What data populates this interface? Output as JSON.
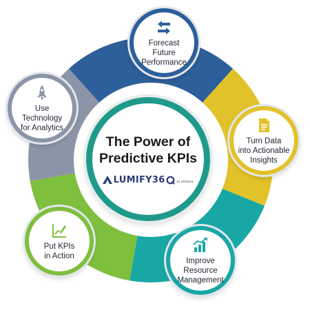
{
  "center": {
    "title": "The Power of\nPredictive KPIs",
    "logo_text": "LUMIFY36",
    "logo_by": "by Definition"
  },
  "nodes": [
    {
      "label": "Forecast Future\nPerformance",
      "icon": "transfer-arrows-icon",
      "color": "#2d5f9a"
    },
    {
      "label": "Turn Data\ninto Actionable\nInsights",
      "icon": "document-icon",
      "color": "#e2c22a"
    },
    {
      "label": "Improve Resource\nManagement",
      "icon": "bar-chart-growth-icon",
      "color": "#19a7a6"
    },
    {
      "label": "Put KPIs\nin Action",
      "icon": "chart-pencil-icon",
      "color": "#7fbf3e"
    },
    {
      "label": "Use Technology\nfor Analytics",
      "icon": "rocket-icon",
      "color": "#8c95a8"
    }
  ],
  "colors": {
    "center_ring": "#1f9a8a",
    "logo_navy": "#2c3a7a"
  }
}
